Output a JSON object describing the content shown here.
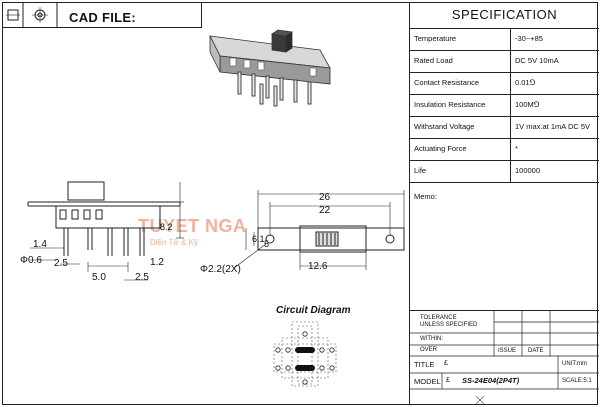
{
  "header": {
    "title": "CAD FILE:",
    "icon": "cad-part-icon"
  },
  "spec": {
    "title": "SPECIFICATION",
    "rows": [
      {
        "label": "Temperature",
        "value": "-30~+85"
      },
      {
        "label": "Rated Load",
        "value": "DC 5V 10mA"
      },
      {
        "label": "Contact Resistance",
        "value": "0.01⅁"
      },
      {
        "label": "Insulation Resistance",
        "value": "100M⅁"
      },
      {
        "label": "Withstand Voltage",
        "value": "1V max.at 1mA DC 5V"
      },
      {
        "label": "Actuating Force",
        "value": "*"
      },
      {
        "label": "Life",
        "value": "100000"
      }
    ],
    "memo_label": "Memo:"
  },
  "title_block": {
    "tolerance_label": "TOLERANCE",
    "unless_label": "UNLESS SPECIFIED",
    "within_label": "WITHIN:",
    "over_label": "OVER",
    "issue_label": "ISSUE",
    "date_label": "DATE",
    "title_label": "TITLE",
    "title_value": "£",
    "unit_label": "UNIT:mm",
    "model_label": "MODEL",
    "model_value": "£",
    "model_name": "SS-24E04(2P4T)",
    "scale_label": "SCALE:5:1"
  },
  "drawing": {
    "circuit_title": "Circuit Diagram",
    "watermark": "TUYET NGA",
    "watermark_sub": "Điện Tử & Kỹ",
    "dims": {
      "d14": "1.4",
      "d06": "Φ0.6",
      "d25a": "2.5",
      "d50": "5.0",
      "d82": "8.2",
      "d12": "1.2",
      "d25b": "2.5",
      "d26": "26",
      "d22": "22",
      "d61": "6.1",
      "d5": "5",
      "d126": "12.6",
      "d22x": "Φ2.2(2X)"
    }
  }
}
